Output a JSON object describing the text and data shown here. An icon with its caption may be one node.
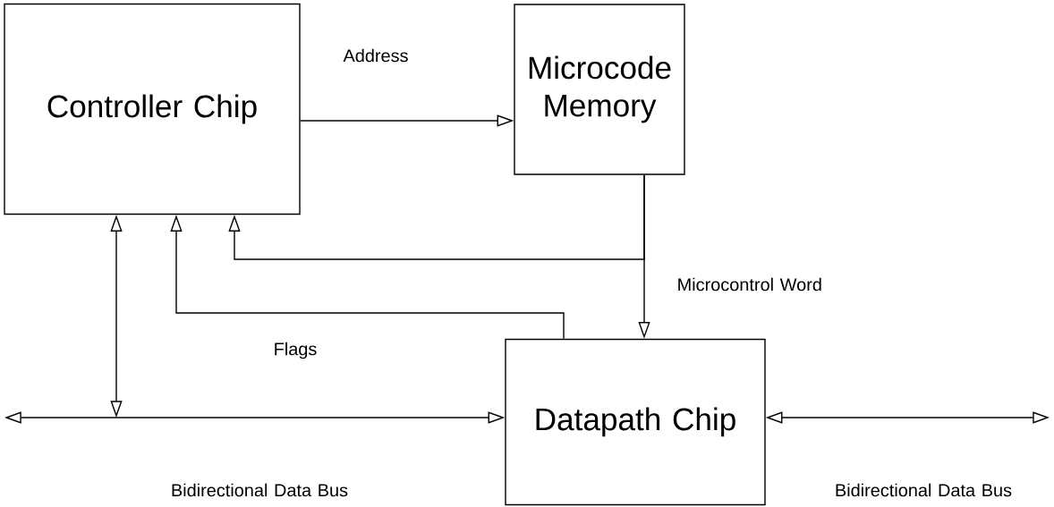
{
  "diagram": {
    "nodes": [
      {
        "text": [
          "Controller Chip"
        ]
      },
      {
        "text": [
          "Microcode Memory"
        ]
      },
      {
        "text": [
          "Datapath Chip"
        ]
      }
    ],
    "edges": [
      {
        "from": 0,
        "to": 1,
        "arrow": "to",
        "label": "Address"
      },
      {
        "from": 1,
        "to": 2,
        "arrow": "to",
        "label": "Microcontrol Word"
      },
      {
        "from": 1,
        "to": 0,
        "arrow": "to"
      },
      {
        "from": 2,
        "to": 0,
        "arrow": "to",
        "label": "Flags"
      },
      {
        "from": null,
        "to": 2,
        "arrow": "both",
        "label": "Bidirectional Data Bus"
      },
      {
        "from": null,
        "to": 0,
        "arrow": "both"
      },
      {
        "from": 2,
        "to": null,
        "arrow": "both",
        "label": "Bidirectional Data Bus"
      }
    ]
  }
}
